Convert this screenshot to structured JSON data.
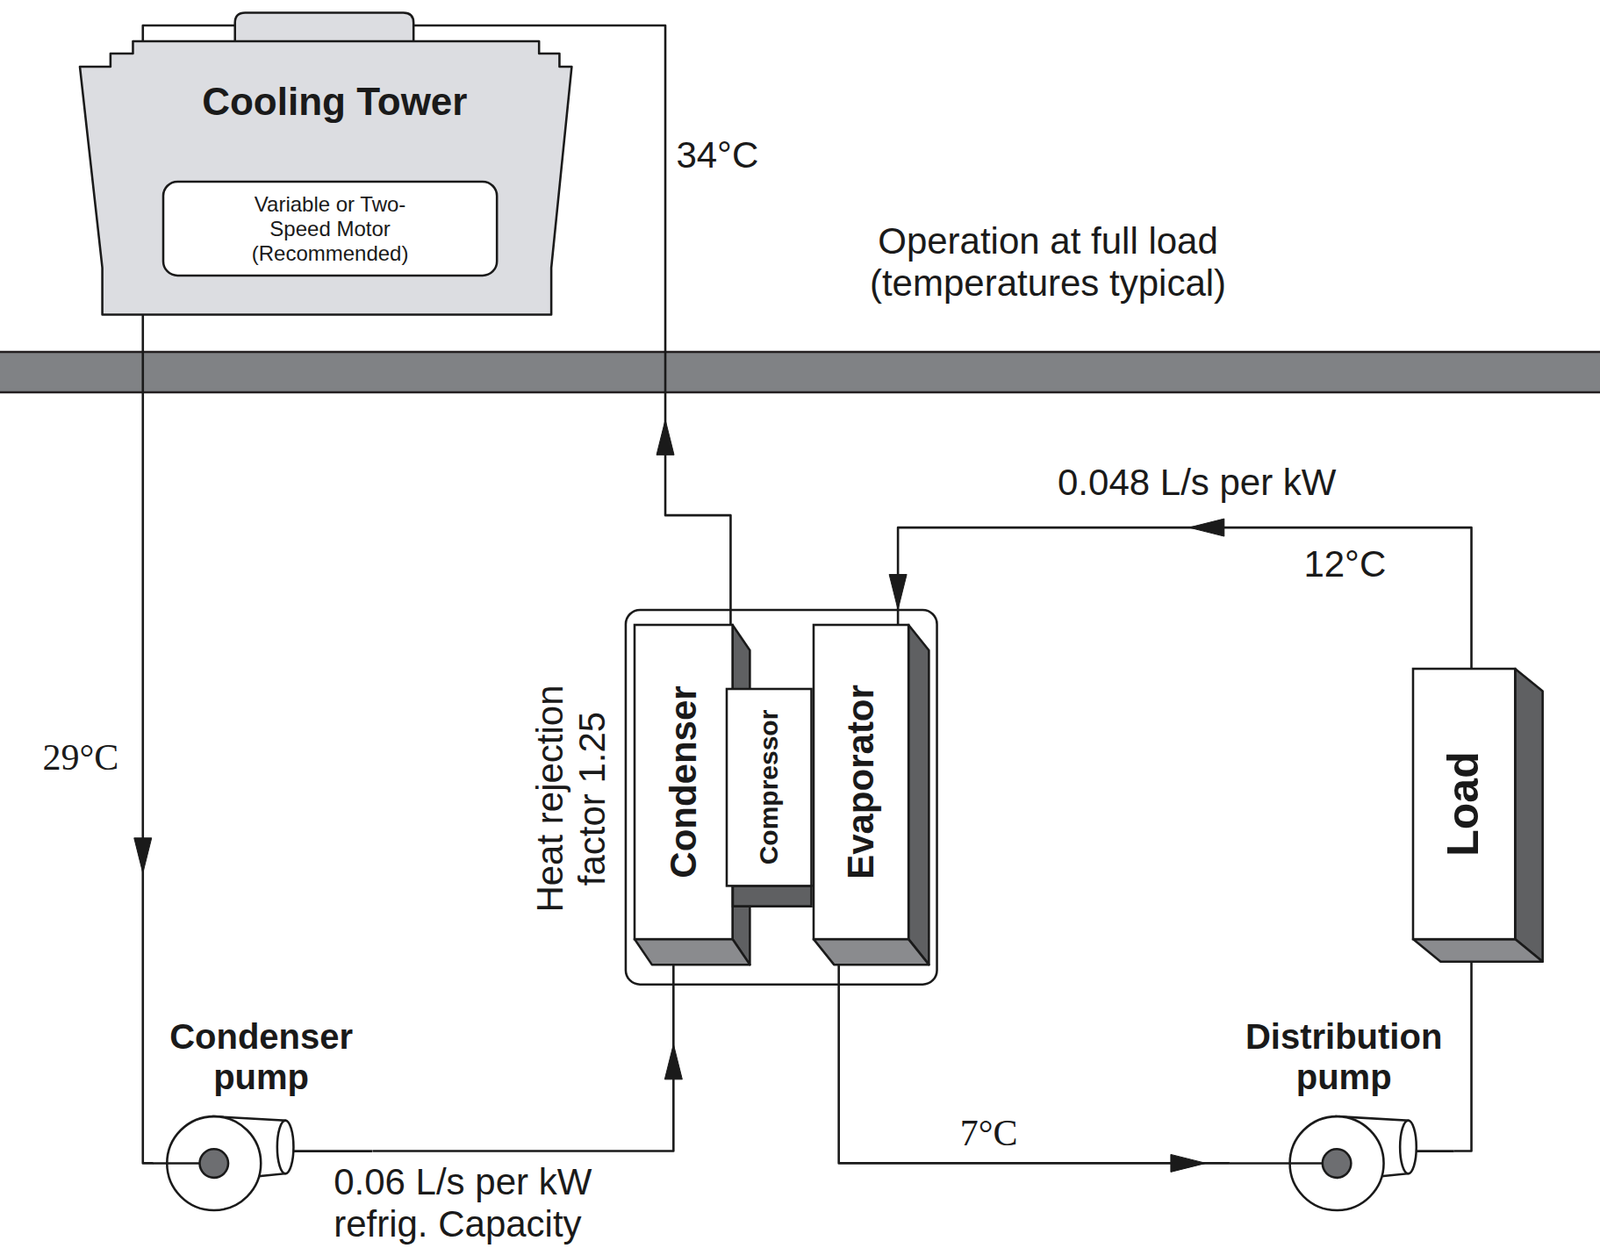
{
  "diagram": {
    "nodes": [
      {
        "text": [
          "Cooling Tower"
        ]
      },
      {
        "text": [
          "Variable or Two-Speed Motor (Recommended)"
        ],
        "in": 0
      },
      {
        "text": [
          "Heat rejection factor 1.25"
        ]
      },
      {
        "text": [
          "Condenser"
        ],
        "in": 2
      },
      {
        "text": [
          "Compressor"
        ],
        "in": 2
      },
      {
        "text": [
          "Evaporator"
        ],
        "in": 2
      },
      {
        "text": [
          "Load"
        ]
      },
      {
        "text": [
          "Condenser pump"
        ]
      },
      {
        "text": [
          "Distribution pump"
        ]
      }
    ],
    "edges": [
      {
        "from": 0,
        "to": 7,
        "arrow": "to",
        "label": "29°C"
      },
      {
        "from": 7,
        "to": 3,
        "arrow": "to",
        "label": "0.06 L/s per kW refrig. Capacity"
      },
      {
        "from": 3,
        "to": 0,
        "arrow": "to",
        "label": "34°C"
      },
      {
        "from": 5,
        "to": 8,
        "arrow": "to",
        "label": "7°C"
      },
      {
        "from": 8,
        "to": 6,
        "arrow": "none"
      },
      {
        "from": 6,
        "to": 5,
        "arrow": "to",
        "label": "12°C"
      }
    ],
    "labels": [
      "Operation at full load (temperatures typical)",
      "0.048 L/s per kW"
    ]
  }
}
